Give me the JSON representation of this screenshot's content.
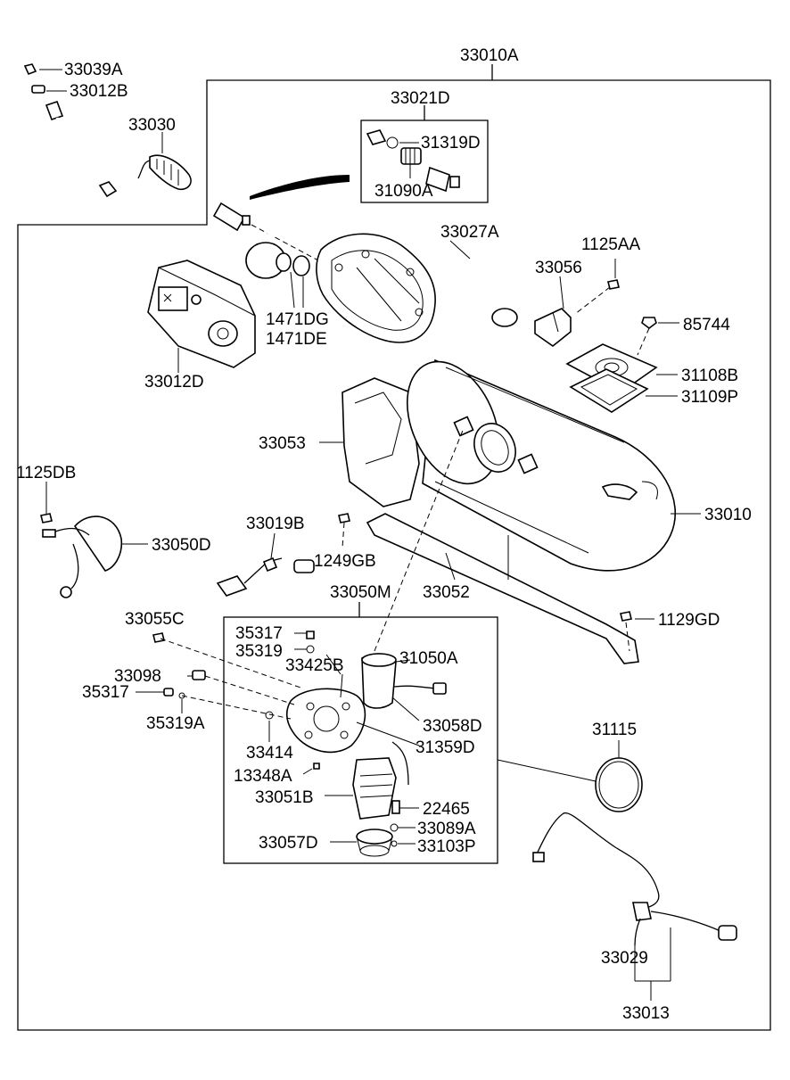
{
  "labels": {
    "l33039A": "33039A",
    "l33012B": "33012B",
    "l33030": "33030",
    "l33010A": "33010A",
    "l33021D": "33021D",
    "l31319D": "31319D",
    "l31090A": "31090A",
    "l33027A": "33027A",
    "l1125AA": "1125AA",
    "l33056": "33056",
    "l85744": "85744",
    "l1471DG": "1471DG",
    "l1471DE": "1471DE",
    "l33012D": "33012D",
    "l31108B": "31108B",
    "l31109P": "31109P",
    "l33053": "33053",
    "l1125DB": "1125DB",
    "l33010": "33010",
    "l33019B": "33019B",
    "l33050D": "33050D",
    "l1249GB": "1249GB",
    "l33050M": "33050M",
    "l33052": "33052",
    "l33055C": "33055C",
    "l35317a": "35317",
    "l1129GD": "1129GD",
    "l35319": "35319",
    "l31050A": "31050A",
    "l33425B": "33425B",
    "l33098": "33098",
    "l35317b": "35317",
    "l35319A": "35319A",
    "l33058D": "33058D",
    "l31115": "31115",
    "l33414": "33414",
    "l31359D": "31359D",
    "l13348A": "13348A",
    "l33051B": "33051B",
    "l22465": "22465",
    "l33089A": "33089A",
    "l33057D": "33057D",
    "l33103P": "33103P",
    "l33029": "33029",
    "l33013": "33013"
  }
}
